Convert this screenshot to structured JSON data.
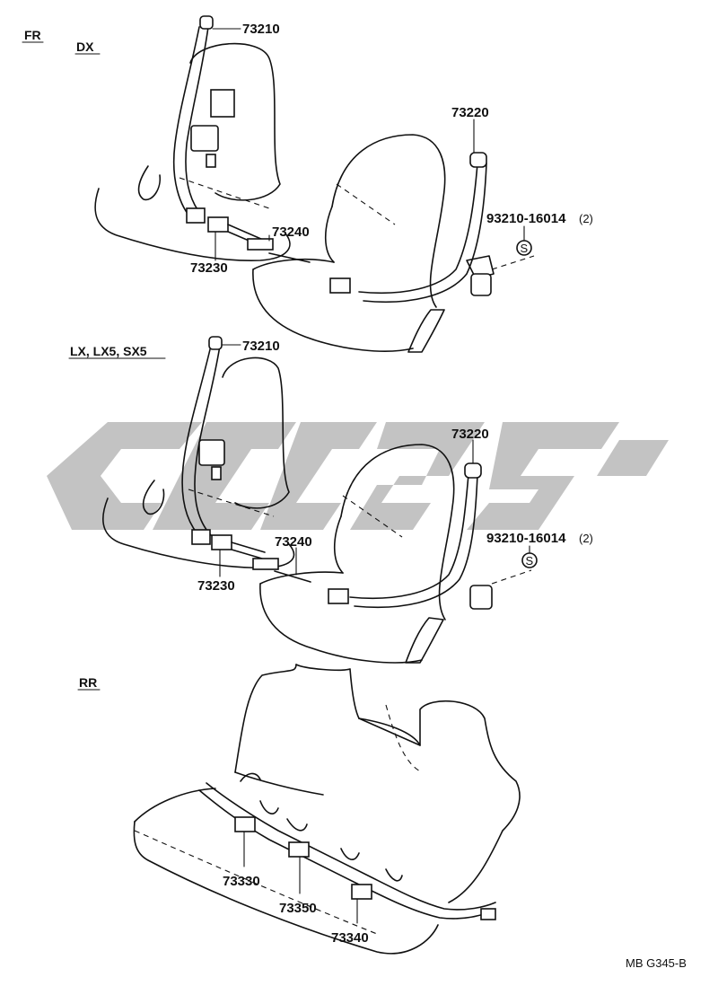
{
  "sections": {
    "fr": "FR",
    "dx": "DX",
    "lx": "LX, LX5, SX5",
    "rr": "RR"
  },
  "callouts": {
    "dx_shoulder_anchor": "73210",
    "dx_outer_belt": "73220",
    "dx_bolt": "93210-16014",
    "dx_bolt_qty": "(2)",
    "dx_bolt_symbol": "S",
    "dx_buckle_rail": "73240",
    "dx_buckle": "73230",
    "lx_shoulder_anchor": "73210",
    "lx_outer_belt": "73220",
    "lx_bolt": "93210-16014",
    "lx_bolt_qty": "(2)",
    "lx_bolt_symbol": "S",
    "lx_buckle_rail": "73240",
    "lx_buckle": "73230",
    "rr_lap_belt_left": "73330",
    "rr_center_belt": "73350",
    "rr_lap_belt_right": "73340"
  },
  "figure_code": "MB G345-B"
}
